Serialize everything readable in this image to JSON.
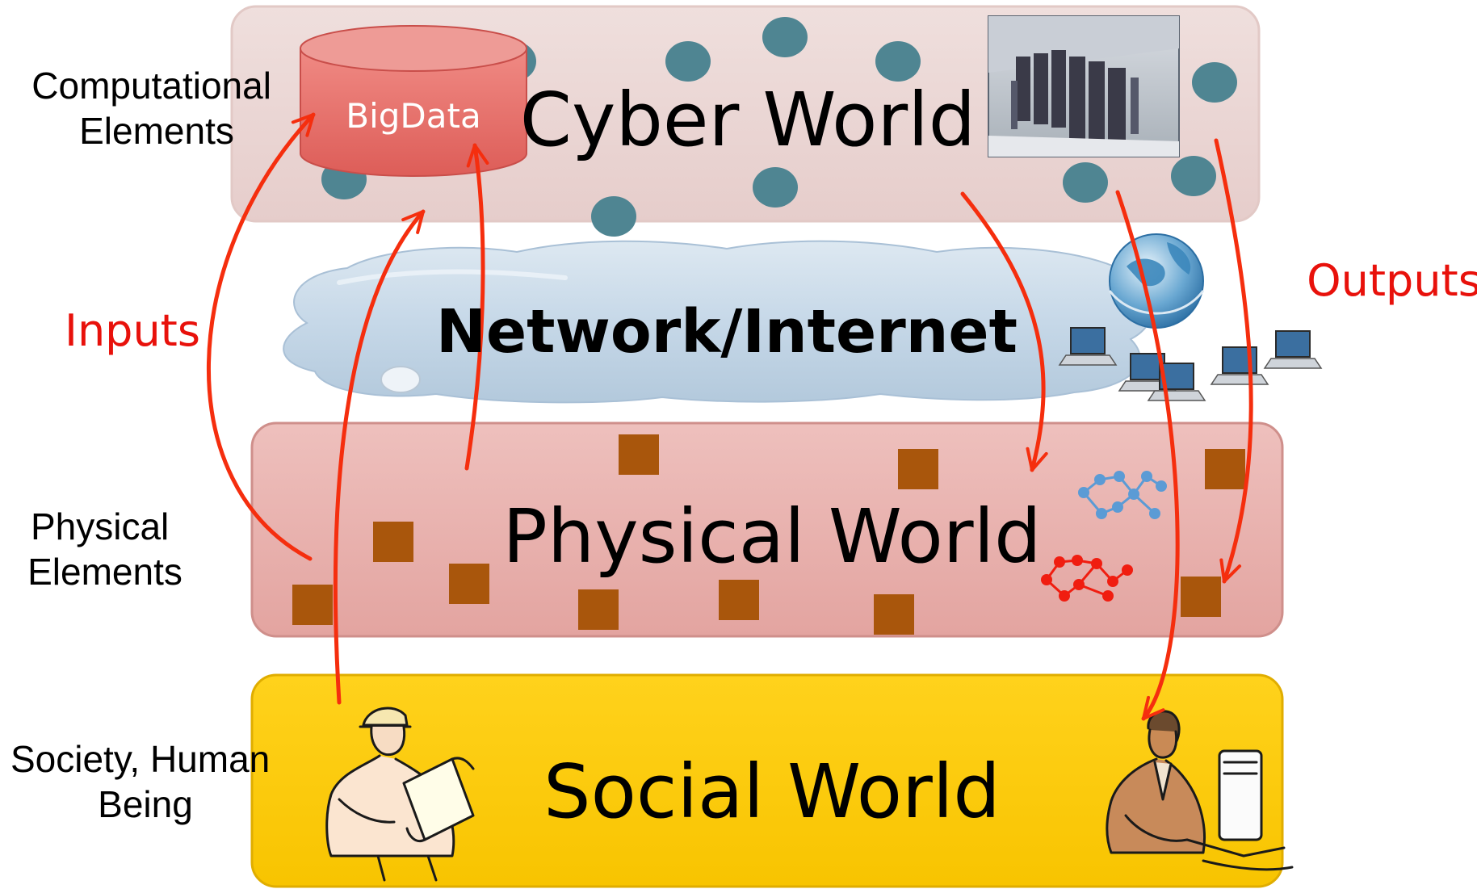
{
  "left_labels": {
    "computational": [
      "Computational",
      "Elements"
    ],
    "physical": [
      "Physical",
      "Elements"
    ],
    "social": [
      "Society, Human",
      "Being"
    ]
  },
  "flow_labels": {
    "inputs": "Inputs",
    "outputs": "Outputs"
  },
  "layers": {
    "cyber": "Cyber World",
    "network": "Network/Internet",
    "physical": "Physical World",
    "social": "Social World"
  },
  "database_label": "BigData",
  "icons": {
    "database": "database-cylinder-icon",
    "datacenter": "server-racks-photo",
    "globe": "globe-icon",
    "laptops": "laptop-icon",
    "network_blue": "network-graph-icon",
    "network_red": "network-graph-icon",
    "worker": "engineer-clipart",
    "businessman": "businessman-computer-clipart"
  },
  "colors": {
    "arrow": "#f52e0e",
    "flow_text": "#e8110b",
    "cyber_band": "#ecd8d6",
    "physical_band": "#e9b1ae",
    "social_band": "#ffcc00",
    "cloud": "#c8d8e8",
    "cyber_dot": "#4f8592",
    "physical_square": "#a9560c",
    "database": "#e56a65"
  }
}
